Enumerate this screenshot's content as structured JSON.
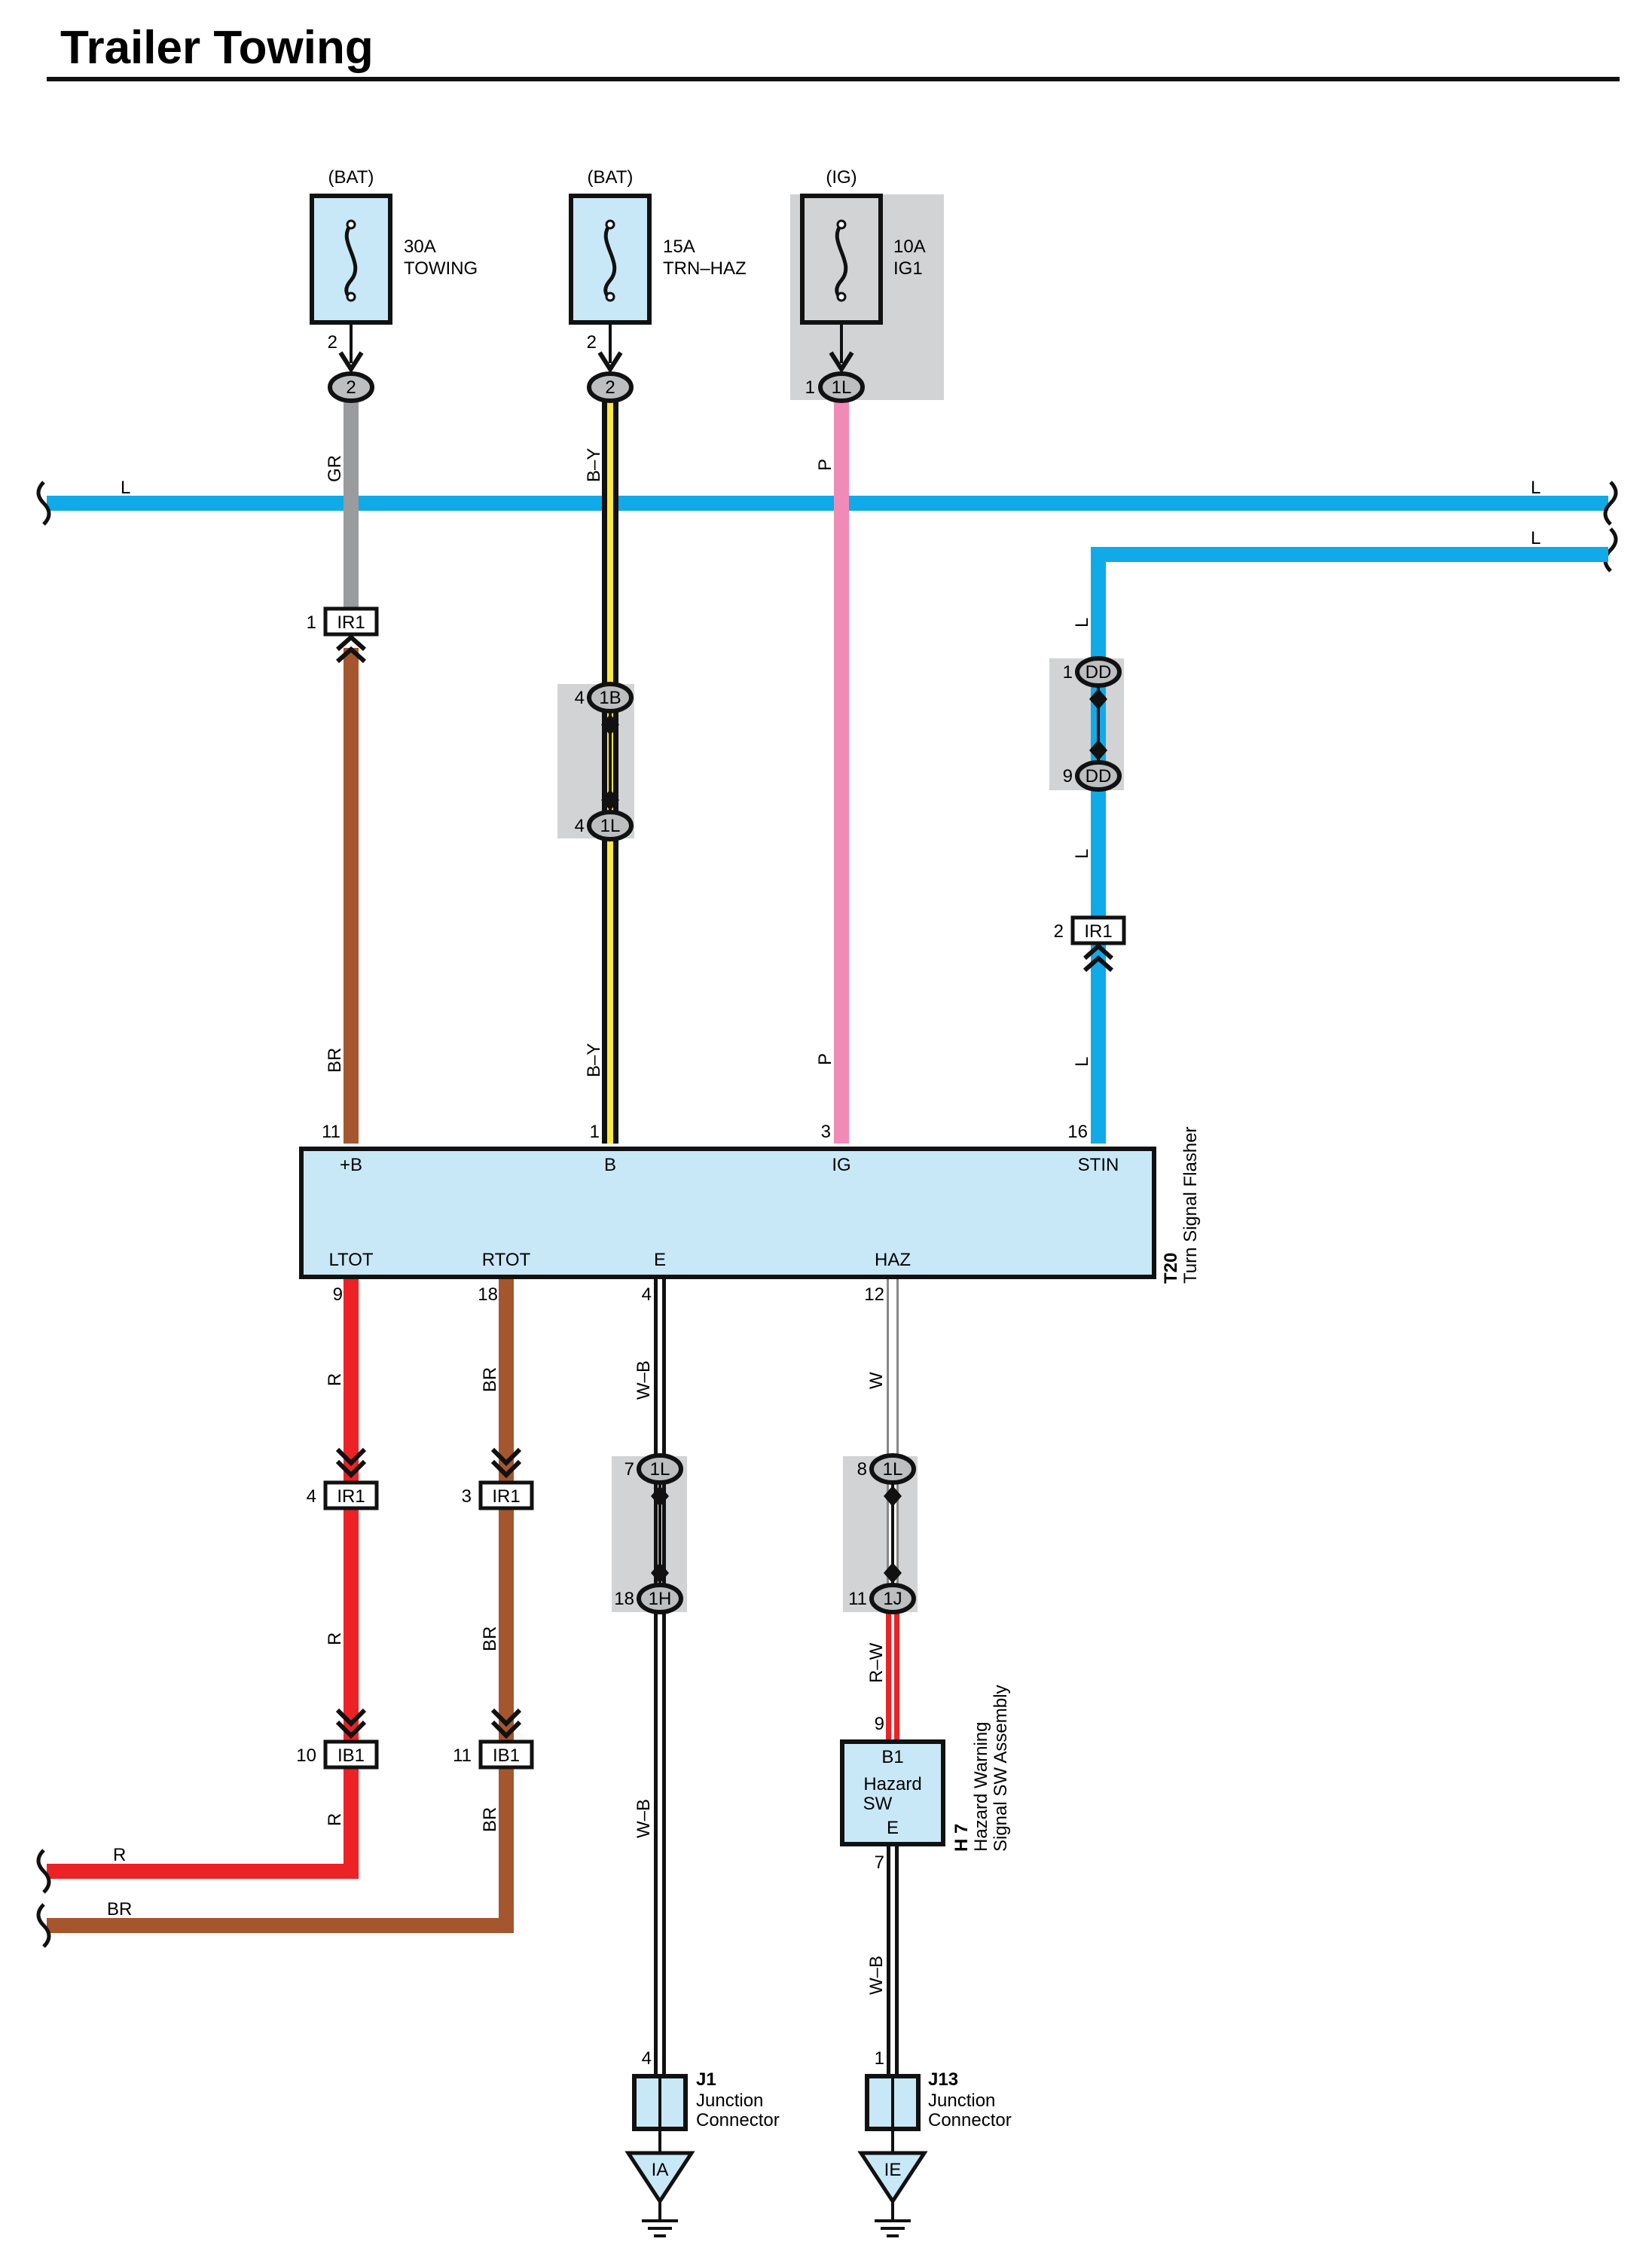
{
  "title": "Trailer Towing",
  "colors": {
    "blue_L": "#10aae8",
    "gray_GR": "#9a9b9e",
    "brown_BR": "#a5562e",
    "pink_P": "#f08bb8",
    "red_R": "#ec2227",
    "yellow": "#ffe93b",
    "box_fill": "#c8e8f8",
    "shade": "#d2d3d5"
  },
  "power": {
    "towing": {
      "source": "(BAT)",
      "amp": "30A",
      "name": "TOWING",
      "pin": "2",
      "conn": "2"
    },
    "trnhaz": {
      "source": "(BAT)",
      "amp": "15A",
      "name": "TRN–HAZ",
      "pin": "2",
      "conn": "2"
    },
    "ig1": {
      "source": "(IG)",
      "amp": "10A",
      "name": "IG1",
      "pin": "1",
      "conn": "1L"
    }
  },
  "wire_labels": {
    "L": "L",
    "GR": "GR",
    "BY": "B–Y",
    "P": "P",
    "BR": "BR",
    "R": "R",
    "WB": "W–B",
    "W": "W",
    "RW": "R–W"
  },
  "connectors": {
    "IR1": "IR1",
    "IB1": "IB1",
    "c1B": "1B",
    "c1L": "1L",
    "DD": "DD",
    "c1H": "1H",
    "c1J": "1J"
  },
  "pins": {
    "ir1_gr": "1",
    "conn_1b": "4",
    "conn_1l_upper": "4",
    "dd_top": "1",
    "dd_bottom": "9",
    "ir1_stin": "2",
    "flasher_b_plus": "11",
    "flasher_b": "1",
    "flasher_ig": "3",
    "flasher_stin": "16",
    "flasher_ltot": "9",
    "flasher_rtot": "18",
    "flasher_e": "4",
    "flasher_haz": "12",
    "ir1_r": "4",
    "ir1_br": "3",
    "conn_1l_e": "7",
    "conn_1l_haz": "8",
    "conn_1h": "18",
    "conn_1j": "11",
    "ib1_r": "10",
    "ib1_br": "11",
    "hazard_in": "9",
    "hazard_out": "7",
    "j1_pin": "4",
    "j13_pin": "1"
  },
  "flasher": {
    "terminals": {
      "b_plus": "+B",
      "b": "B",
      "ig": "IG",
      "stin": "STIN",
      "ltot": "LTOT",
      "rtot": "RTOT",
      "e": "E",
      "haz": "HAZ"
    },
    "code": "T20",
    "name": "Turn Signal Flasher"
  },
  "hazard": {
    "terminal_top": "B1",
    "line1": "Hazard",
    "line2": "SW",
    "terminal_bottom": "E",
    "code": "H 7",
    "name1": "Hazard Warning",
    "name2": "Signal SW Assembly"
  },
  "junctions": {
    "j1": {
      "code": "J1",
      "line1": "Junction",
      "line2": "Connector",
      "ground": "IA"
    },
    "j13": {
      "code": "J13",
      "line1": "Junction",
      "line2": "Connector",
      "ground": "IE"
    }
  }
}
